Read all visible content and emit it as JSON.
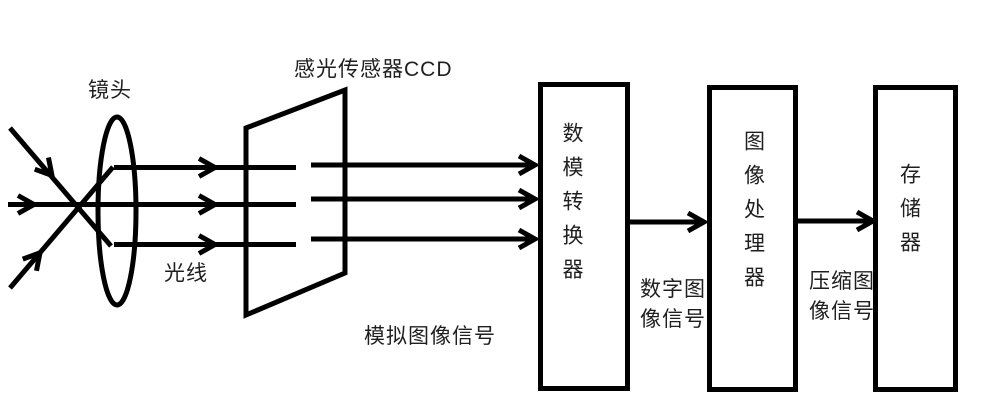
{
  "diagram": {
    "title_context": "digital-camera-imaging-pipeline",
    "labels": {
      "lens": "镜头",
      "ccd": "感光传感器CCD",
      "light": "光线",
      "analog_signal": "模拟图像信号",
      "digital_signal": "数字图\n像信号",
      "compressed_signal": "压缩图\n像信号"
    },
    "boxes": [
      {
        "id": "dac",
        "label": "数模转换器"
      },
      {
        "id": "processor",
        "label": "图像处理器"
      },
      {
        "id": "storage",
        "label": "存储器"
      }
    ],
    "colors": {
      "line": "#000000",
      "text": "#1f1f1f",
      "background": "#ffffff"
    }
  }
}
